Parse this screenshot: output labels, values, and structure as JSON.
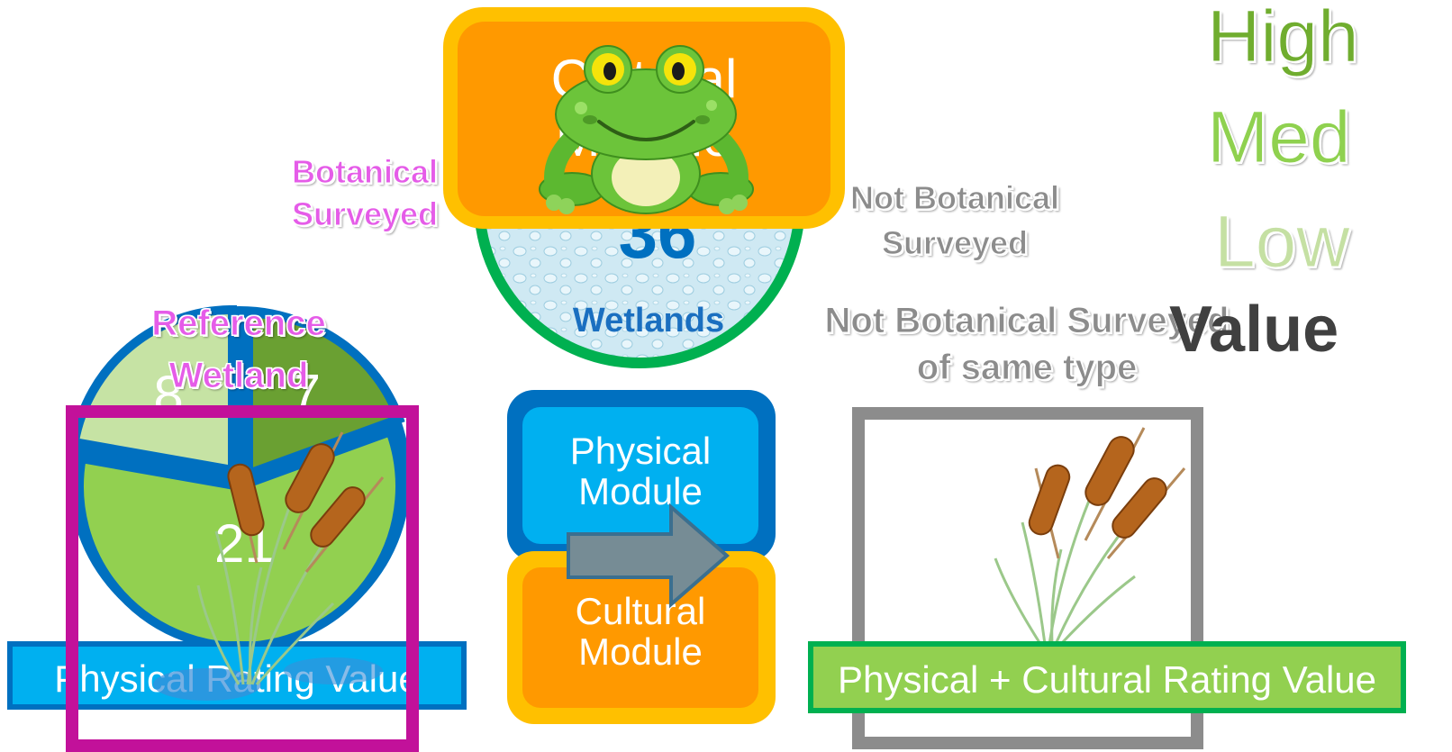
{
  "cultural_module_top": {
    "line1": "Cultural",
    "line2": "Module"
  },
  "botanical_surveyed": {
    "line1": "Botanical",
    "line2": "Surveyed"
  },
  "wetlands_circle": {
    "count": "36",
    "label": "Wetlands"
  },
  "not_botanical_surveyed": {
    "line1": "Not Botanical",
    "line2": "Surveyed"
  },
  "not_botanical_same_type": {
    "line1": "Not Botanical Surveyed",
    "line2": "of same type"
  },
  "value_scale": {
    "high": "High",
    "med": "Med",
    "low": "Low",
    "value": "Value"
  },
  "reference_wetland": {
    "line1": "Reference",
    "line2": "Wetland"
  },
  "chart_data": {
    "type": "pie",
    "categories": [
      "8",
      "7",
      "21"
    ],
    "values": [
      8,
      7,
      21
    ],
    "title": "",
    "colors": [
      "#c6e3a4",
      "#6aa032",
      "#92d050"
    ]
  },
  "physical_module": {
    "line1": "Physical",
    "line2": "Module"
  },
  "cultural_module_bottom": {
    "line1": "Cultural",
    "line2": "Module"
  },
  "physical_rating_bar": {
    "label": "Physical Rating Value"
  },
  "combined_rating_bar": {
    "label": "Physical + Cultural Rating Value"
  },
  "colors": {
    "magenta": "#e55ce8",
    "blue": "#0070c0",
    "light_blue": "#00b0f0",
    "orange": "#ff9900",
    "gold": "#ffc000",
    "green": "#00b050",
    "gray": "#8c8c8c",
    "high": "#70ad2f",
    "med": "#8fd14f",
    "low": "#c5e0a3"
  }
}
